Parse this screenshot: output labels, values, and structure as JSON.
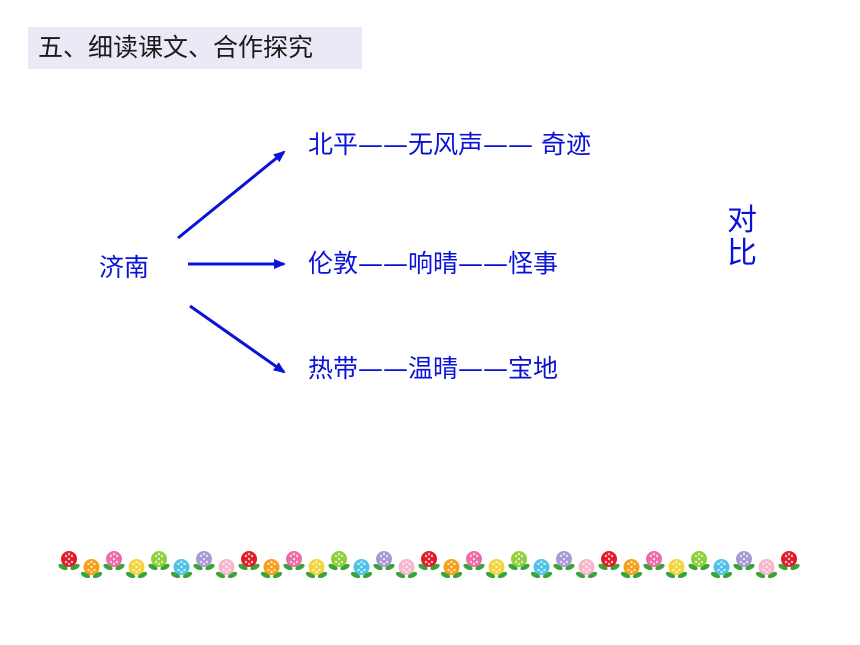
{
  "slide": {
    "section_title": "五、细读课文、合作探究",
    "source_city": "济南",
    "comparisons": [
      {
        "text": "北平——无风声——  奇迹"
      },
      {
        "text": "伦敦——响晴——怪事"
      },
      {
        "text": "热带——温晴——宝地"
      }
    ],
    "contrast_label": {
      "line1": "对",
      "line2": "比"
    }
  },
  "colors": {
    "text_blue": "#0b12d8",
    "title_bg": "#e9eaf6",
    "flower_palette": [
      "#e21c2a",
      "#f5a019",
      "#f06aa7",
      "#f3d53b",
      "#8fcf3c",
      "#4fc2ea",
      "#a79ad6",
      "#f7b6c9"
    ]
  },
  "icons": [
    "arrow-right-icon",
    "flower-border-icon"
  ]
}
